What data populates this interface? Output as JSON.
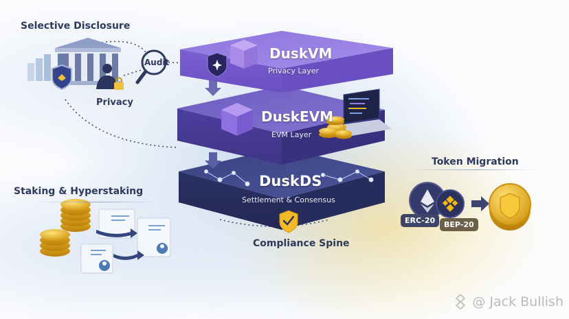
{
  "sections": {
    "selective_disclosure": {
      "title": "Selective Disclosure",
      "audit_label": "Audit",
      "privacy_label": "Privacy"
    },
    "staking": {
      "title": "Staking & Hyperstaking"
    },
    "token_migration": {
      "title": "Token Migration",
      "from_tokens": [
        "ERC-20",
        "BEP-20"
      ]
    },
    "compliance": {
      "title": "Compliance Spine"
    }
  },
  "layers": [
    {
      "name": "DuskVM",
      "subtitle": "Privacy Layer",
      "color": "#7a5fd0"
    },
    {
      "name": "DuskEVM",
      "subtitle": "EVM Layer",
      "color": "#5a4aa8"
    },
    {
      "name": "DuskDS",
      "subtitle": "Settlement & Consensus",
      "color": "#2f3566"
    }
  ],
  "colors": {
    "gold": "#e8b528",
    "navy": "#2c3a5e",
    "violet": "#7a5fd0"
  },
  "watermark": {
    "text": "@ Jack Bullish",
    "icon": "binance-diamond-icon"
  }
}
